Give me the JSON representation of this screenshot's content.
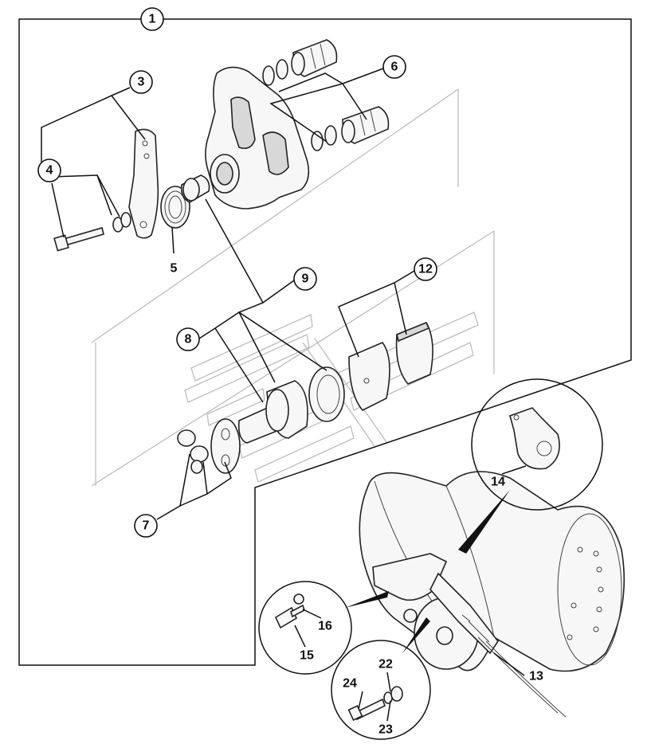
{
  "callouts": {
    "c1": "1",
    "c2": "3",
    "c3": "4",
    "c4": "5",
    "c5": "6",
    "c6": "9",
    "c7": "12",
    "c8": "8",
    "c9": "7",
    "c10": "14",
    "c11": "16",
    "c12": "15",
    "c13": "13",
    "c14": "22",
    "c15": "24",
    "c16": "23"
  }
}
